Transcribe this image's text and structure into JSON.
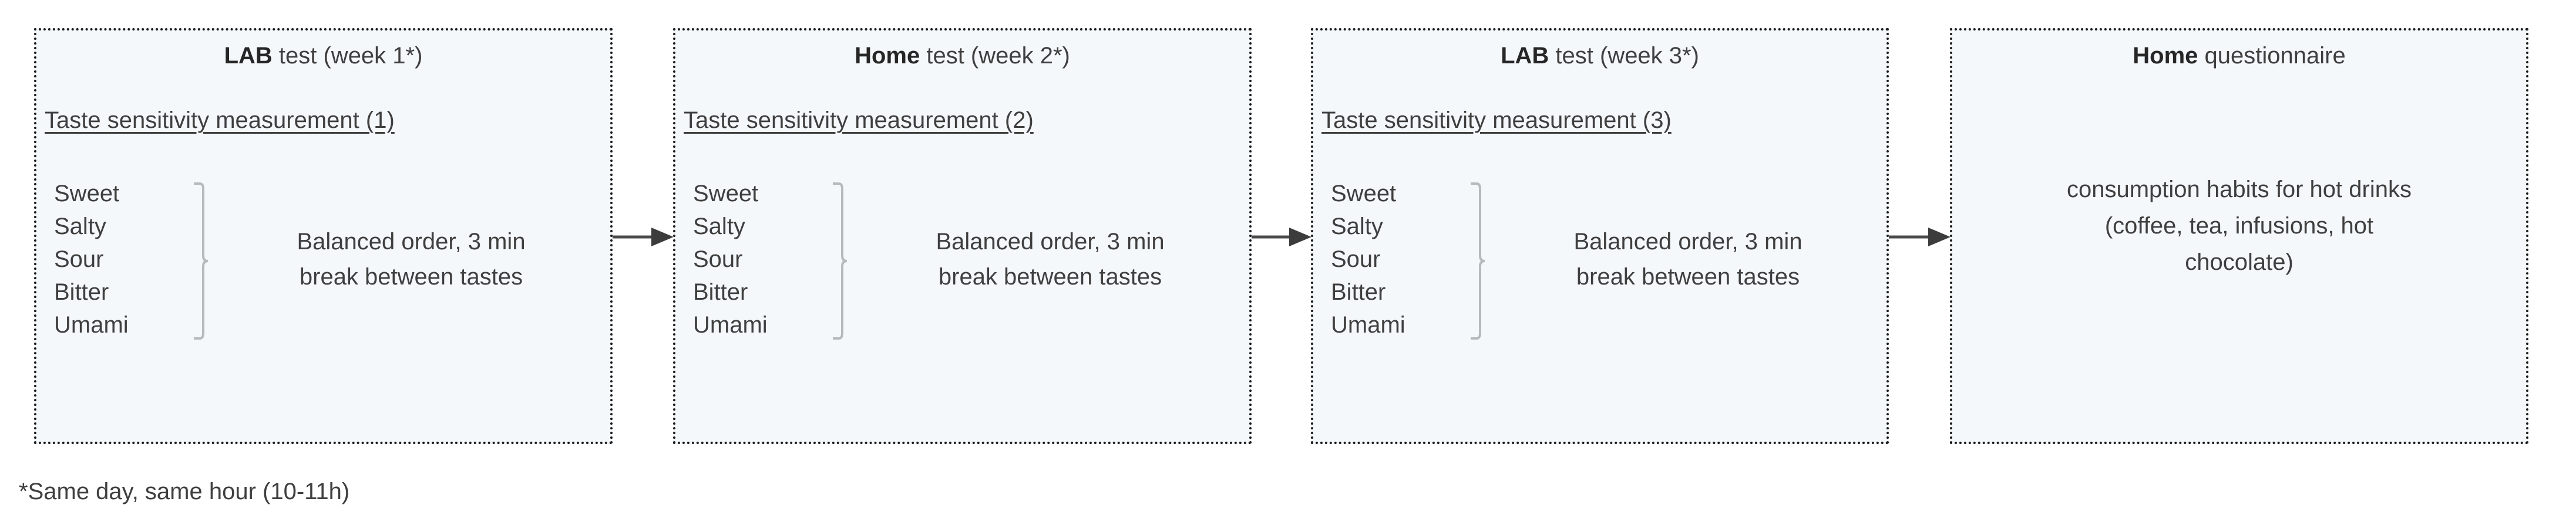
{
  "figure": {
    "footnote": "*Same day, same hour (10-11h)",
    "box_fill_color": "#f4f8fb",
    "box_border_color": "#1a1a1a",
    "text_color": "#3f3f3f",
    "arrow_color": "#4a4a4a"
  },
  "boxes": [
    {
      "id": "lab-test-week-1",
      "title_strong": "LAB",
      "title_rest": " test (week 1*)",
      "subtitle": "Taste sensitivity measurement (1)",
      "tastes": [
        "Sweet",
        "Salty",
        "Sour",
        "Bitter",
        "Umami"
      ],
      "note_line_1": "Balanced order, 3 min",
      "note_line_2": "break between tastes"
    },
    {
      "id": "home-test-week-2",
      "title_strong": "Home",
      "title_rest": " test (week 2*)",
      "subtitle": "Taste sensitivity measurement (2)",
      "tastes": [
        "Sweet",
        "Salty",
        "Sour",
        "Bitter",
        "Umami"
      ],
      "note_line_1": "Balanced order, 3 min",
      "note_line_2": "break between tastes"
    },
    {
      "id": "lab-test-week-3",
      "title_strong": "LAB",
      "title_rest": " test (week 3*)",
      "subtitle": "Taste sensitivity measurement (3)",
      "tastes": [
        "Sweet",
        "Salty",
        "Sour",
        "Bitter",
        "Umami"
      ],
      "note_line_1": "Balanced order, 3 min",
      "note_line_2": "break between tastes"
    },
    {
      "id": "home-questionnaire",
      "title_strong": "Home",
      "title_rest": " questionnaire",
      "body_line_1": "consumption habits for hot drinks",
      "body_line_2": "(coffee, tea, infusions, hot",
      "body_line_3": "chocolate)"
    }
  ],
  "connectors": [
    {
      "id": "arrow-box1-to-box2",
      "from": "lab-test-week-1",
      "to": "home-test-week-2"
    },
    {
      "id": "arrow-box2-to-box3",
      "from": "home-test-week-2",
      "to": "lab-test-week-3"
    },
    {
      "id": "arrow-box3-to-box4",
      "from": "lab-test-week-3",
      "to": "home-questionnaire"
    }
  ]
}
